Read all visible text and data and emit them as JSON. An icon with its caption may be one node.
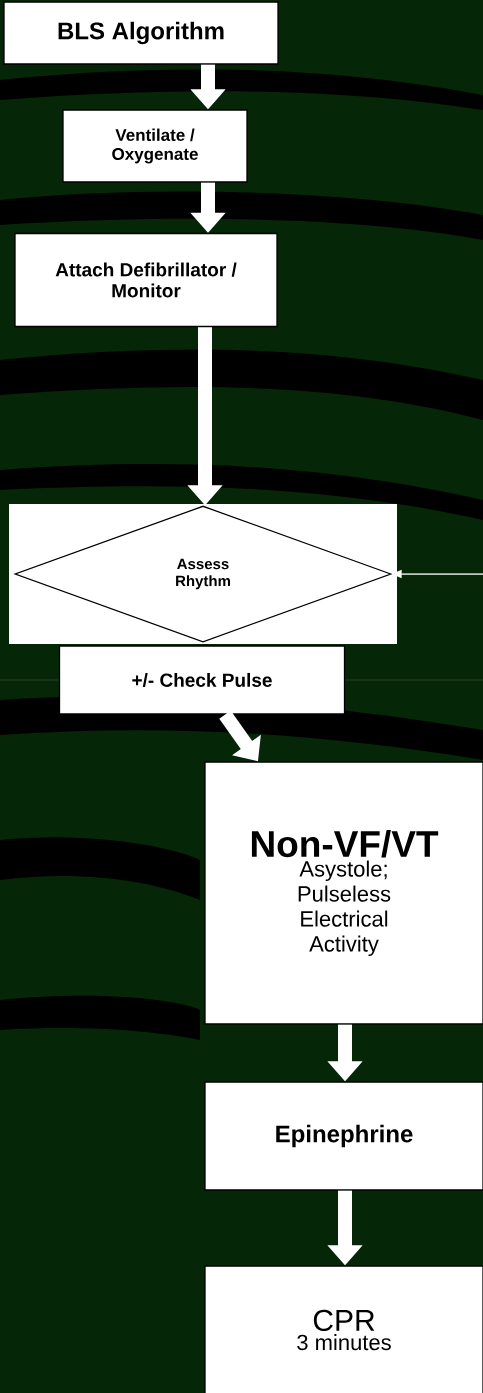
{
  "diagram": {
    "nodes": [
      {
        "text": [
          "BLS Algorithm"
        ]
      },
      {
        "text": [
          "Ventilate / Oxygenate"
        ]
      },
      {
        "text": [
          "Attach Defibrillator / Monitor"
        ]
      },
      {
        "text": [
          "Assess Rhythm"
        ]
      },
      {
        "text": [
          "+/- Check Pulse"
        ]
      },
      {
        "text": [
          "Non-VF/VT",
          "Asystole; Pulseless Electrical Activity"
        ]
      },
      {
        "text": [
          "Epinephrine"
        ]
      },
      {
        "text": [
          "CPR",
          "3 minutes"
        ]
      }
    ],
    "edges": [
      {
        "from": 0,
        "to": 1,
        "arrow": "to"
      },
      {
        "from": 1,
        "to": 2,
        "arrow": "to"
      },
      {
        "from": 2,
        "to": 3,
        "arrow": "to"
      },
      {
        "from": null,
        "to": 3,
        "arrow": "to"
      },
      {
        "from": 4,
        "to": 5,
        "arrow": "to"
      },
      {
        "from": 5,
        "to": 6,
        "arrow": "to"
      },
      {
        "from": 6,
        "to": 7,
        "arrow": "to"
      }
    ]
  }
}
